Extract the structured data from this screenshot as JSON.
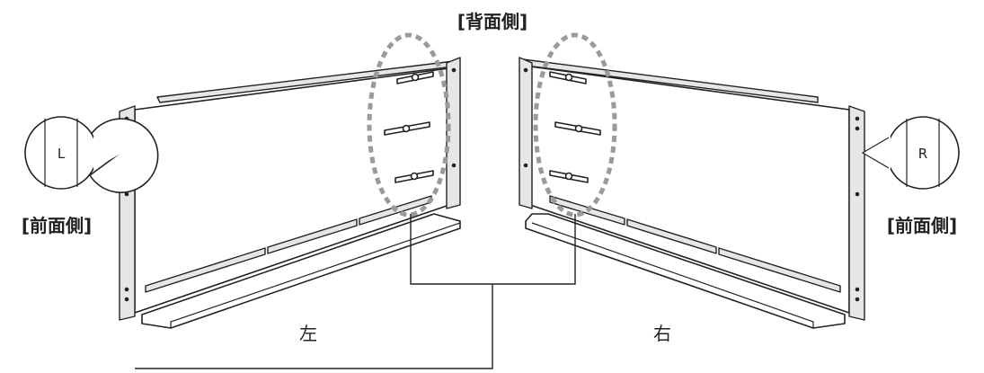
{
  "labels": {
    "rear_side": "[背面側]",
    "front_side_left": "[前面側]",
    "front_side_right": "[前面側]",
    "left": "左",
    "right": "右",
    "badge_left": "L",
    "badge_right": "R"
  }
}
